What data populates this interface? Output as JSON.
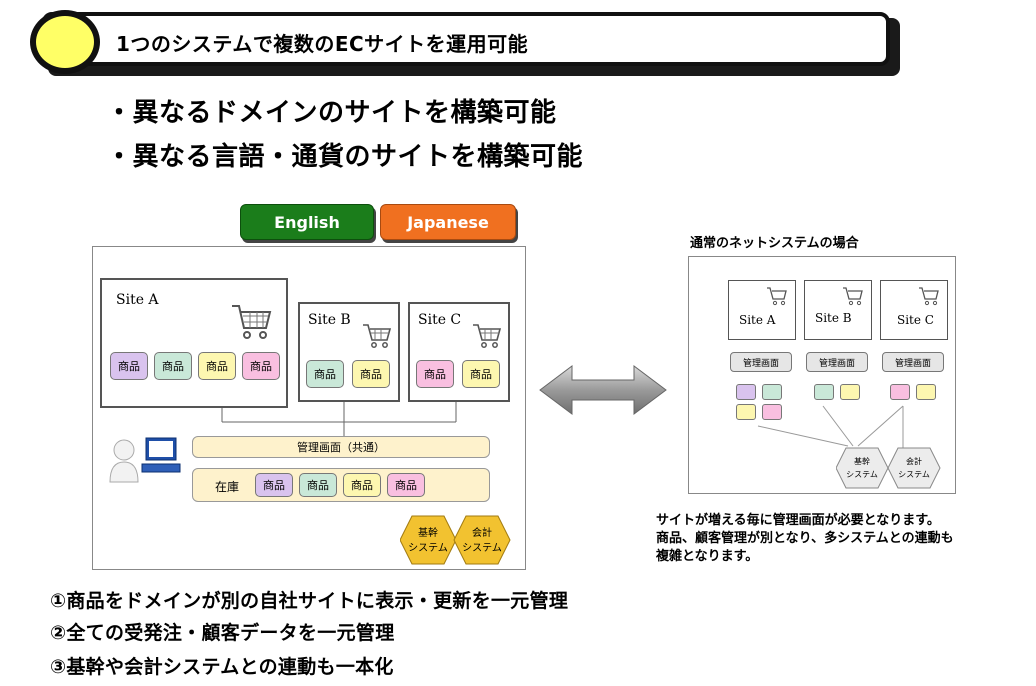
{
  "banner": {
    "title": "1つのシステムで複数のECサイトを運用可能"
  },
  "bullets": [
    "・異なるドメインのサイトを構築可能",
    "・異なる言語・通貨のサイトを構築可能"
  ],
  "languages": [
    {
      "label": "English",
      "color": "#1b7d1b"
    },
    {
      "label": "Japanese",
      "color": "#f07020"
    }
  ],
  "left_diagram": {
    "sites": [
      {
        "label": "Site  A",
        "products": [
          "商品",
          "商品",
          "商品",
          "商品"
        ]
      },
      {
        "label": "Site  B",
        "products": [
          "商品",
          "商品"
        ]
      },
      {
        "label": "Site  C",
        "products": [
          "商品",
          "商品"
        ]
      }
    ],
    "admin_bar": "管理画面（共通）",
    "inventory": {
      "label": "在庫",
      "products": [
        "商品",
        "商品",
        "商品",
        "商品"
      ]
    },
    "systems": [
      {
        "line1": "基幹",
        "line2": "システム"
      },
      {
        "line1": "会計",
        "line2": "システム"
      }
    ]
  },
  "right_diagram": {
    "title": "通常のネットシステムの場合",
    "sites": [
      "Site  A",
      "Site  B",
      "Site  C"
    ],
    "admin_label": "管理画面",
    "systems": [
      {
        "line1": "基幹",
        "line2": "システム"
      },
      {
        "line1": "会計",
        "line2": "システム"
      }
    ],
    "caption": [
      "サイトが増える毎に管理画面が必要となります。",
      "商品、顧客管理が別となり、多システムとの連動も",
      "複雑となります。"
    ]
  },
  "colors": {
    "purple": "#d9c3ee",
    "green": "#c9e8d8",
    "yellow": "#fdf7b0",
    "pink": "#f9bfe0",
    "bar": "#fef2cc",
    "hex": "#f2c230"
  },
  "bottom_points": [
    "①商品をドメインが別の自社サイトに表示・更新を一元管理",
    "②全ての受発注・顧客データを一元管理",
    "③基幹や会計システムとの連動も一本化"
  ]
}
